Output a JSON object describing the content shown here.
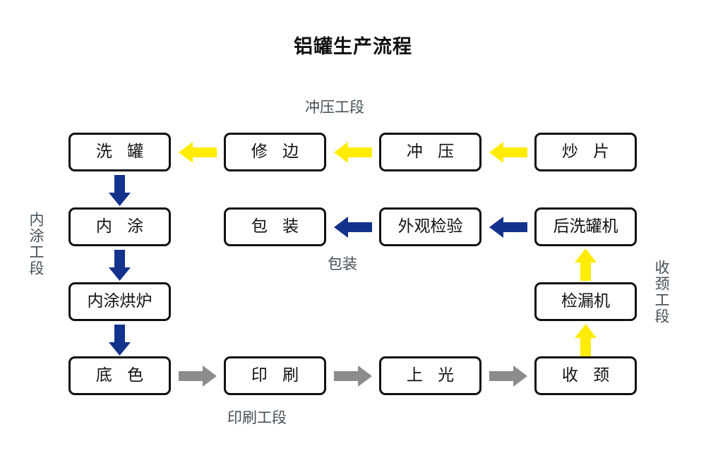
{
  "title": "铝罐生产流程",
  "colors": {
    "yellow": "#FFEC00",
    "blue": "#12328C",
    "gray": "#8C8C8C",
    "box_border": "#111111",
    "caption": "#434f57",
    "background": "#FFFFFF"
  },
  "nodes": [
    {
      "id": "wash-can",
      "label": "洗 罐",
      "row": 1,
      "col": 1
    },
    {
      "id": "trim",
      "label": "修 边",
      "row": 1,
      "col": 2
    },
    {
      "id": "stamping",
      "label": "冲 压",
      "row": 1,
      "col": 3
    },
    {
      "id": "blanking",
      "label": "炒 片",
      "row": 1,
      "col": 4
    },
    {
      "id": "inner-coat",
      "label": "内 涂",
      "row": 2,
      "col": 1
    },
    {
      "id": "packing",
      "label": "包 装",
      "row": 2,
      "col": 2
    },
    {
      "id": "visual-inspect",
      "label": "外观检验",
      "row": 2,
      "col": 3
    },
    {
      "id": "post-washer",
      "label": "后洗罐机",
      "row": 2,
      "col": 4
    },
    {
      "id": "inner-coat-oven",
      "label": "内涂烘炉",
      "row": 3,
      "col": 1
    },
    {
      "id": "leak-tester",
      "label": "检漏机",
      "row": 3,
      "col": 4
    },
    {
      "id": "base-coat",
      "label": "底 色",
      "row": 4,
      "col": 1
    },
    {
      "id": "printing",
      "label": "印 刷",
      "row": 4,
      "col": 2
    },
    {
      "id": "varnish",
      "label": "上 光",
      "row": 4,
      "col": 3
    },
    {
      "id": "necking",
      "label": "收 颈",
      "row": 4,
      "col": 4
    }
  ],
  "captions": {
    "stamping_section": "冲压工段",
    "packing_section": "包装",
    "printing_section": "印刷工段",
    "inner_coating_section": "内涂工段",
    "necking_section": "收颈工段"
  },
  "flow": {
    "stamping_line": "炒片 → 冲压 → 修边 → 洗罐",
    "inner_coating_line": "洗罐 → 内涂 → 内涂烘炉 → 底色",
    "printing_line": "底色 → 印刷 → 上光 → 收颈",
    "necking_line": "收颈 → 检漏机 → 后洗罐机",
    "packing_line": "后洗罐机 → 外观检验 → 包装"
  },
  "arrows": [
    {
      "id": "blanking-to-stamping",
      "dir": "left",
      "color": "yellow"
    },
    {
      "id": "stamping-to-trim",
      "dir": "left",
      "color": "yellow"
    },
    {
      "id": "trim-to-wash",
      "dir": "left",
      "color": "yellow"
    },
    {
      "id": "wash-to-innercoat",
      "dir": "down",
      "color": "blue"
    },
    {
      "id": "innercoat-to-oven",
      "dir": "down",
      "color": "blue"
    },
    {
      "id": "oven-to-basecoat",
      "dir": "down",
      "color": "blue"
    },
    {
      "id": "basecoat-to-printing",
      "dir": "right",
      "color": "gray"
    },
    {
      "id": "printing-to-varnish",
      "dir": "right",
      "color": "gray"
    },
    {
      "id": "varnish-to-necking",
      "dir": "right",
      "color": "gray"
    },
    {
      "id": "necking-to-leaktester",
      "dir": "up",
      "color": "yellow"
    },
    {
      "id": "leaktester-to-postwasher",
      "dir": "up",
      "color": "yellow"
    },
    {
      "id": "postwasher-to-inspect",
      "dir": "left",
      "color": "blue"
    },
    {
      "id": "inspect-to-packing",
      "dir": "left",
      "color": "blue"
    }
  ]
}
